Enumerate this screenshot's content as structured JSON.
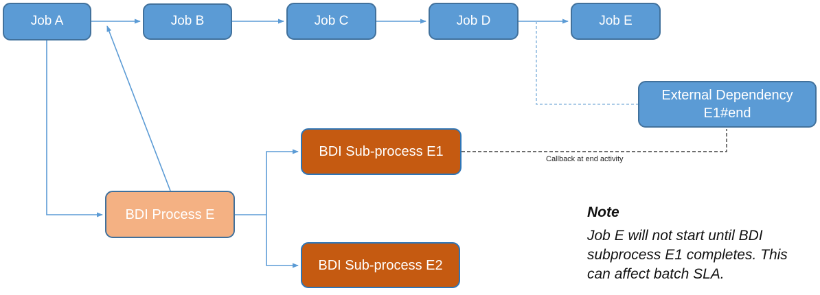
{
  "diagram": {
    "nodes": {
      "job_a": {
        "label": "Job A"
      },
      "job_b": {
        "label": "Job B"
      },
      "job_c": {
        "label": "Job C"
      },
      "job_d": {
        "label": "Job D"
      },
      "job_e": {
        "label": "Job E"
      },
      "external_dependency": {
        "lines": [
          "External Dependency",
          "E1#end"
        ]
      },
      "bdi_subprocess_e1": {
        "label": "BDI Sub-process E1"
      },
      "bdi_process_e": {
        "label": "BDI Process E"
      },
      "bdi_subprocess_e2": {
        "label": "BDI Sub-process E2"
      }
    },
    "edge_labels": {
      "callback": "Callback at end activity"
    },
    "note": {
      "title": "Note",
      "lines": [
        "Job E will not start until BDI",
        "subprocess E1 completes. This",
        "can affect batch SLA."
      ]
    }
  },
  "colors": {
    "job_fill": "#5B9BD5",
    "job_border": "#41719C",
    "subprocess_fill": "#C55A11",
    "subprocess_border": "#2E75B6",
    "process_fill": "#F4B183",
    "process_border": "#41719C",
    "text_on_box": "#FFFFFF",
    "connector": "#5B9BD5",
    "dashed_blue": "#8FBADF",
    "dashed_black": "#3F3F3F",
    "label_text": "#1F1F1F",
    "note_text": "#111111"
  }
}
